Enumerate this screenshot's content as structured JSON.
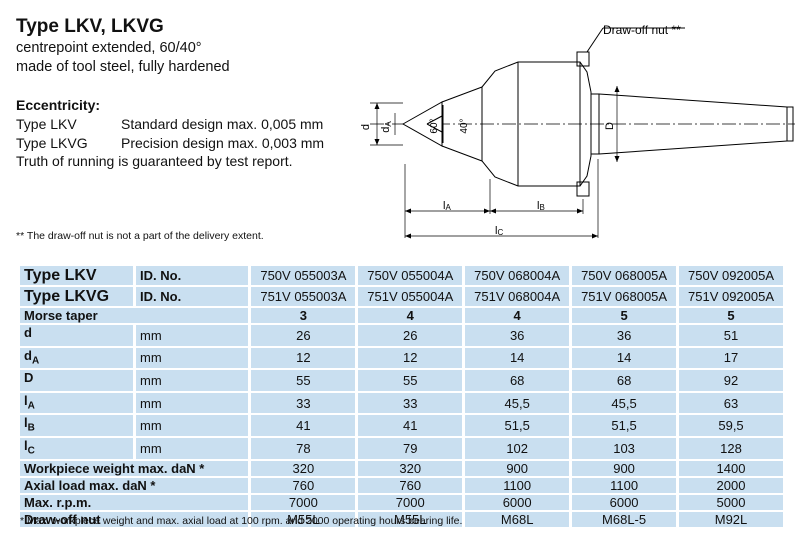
{
  "header": {
    "title": "Type LKV, LKVG",
    "line1": "centrepoint extended, 60/40°",
    "line2": "made of tool steel, fully hardened"
  },
  "eccentricity": {
    "heading": "Eccentricity:",
    "rows": [
      {
        "type": "Type LKV",
        "value": "Standard  design max. 0,005 mm"
      },
      {
        "type": "Type LKVG",
        "value": "Precision design max. 0,003 mm"
      }
    ],
    "truth": "Truth of running is guaranteed by test report."
  },
  "drawing": {
    "callout": "Draw-off nut **",
    "label_d": "d",
    "label_dA": "d",
    "label_dA_sub": "A",
    "label_60": "60°",
    "label_40": "40°",
    "label_D": "D",
    "label_lA": "l",
    "label_lA_sub": "A",
    "label_lB": "l",
    "label_lB_sub": "B",
    "label_lC": "l",
    "label_lC_sub": "C"
  },
  "note": "** The draw-off nut is not a part of the delivery extent.",
  "table": {
    "type_rows": [
      {
        "label": "Type LKV",
        "unit": "ID. No.",
        "values": [
          "750V 055003A",
          "750V 055004A",
          "750V 068004A",
          "750V 068005A",
          "750V 092005A"
        ]
      },
      {
        "label": "Type LKVG",
        "unit": "ID. No.",
        "values": [
          "751V 055003A",
          "751V 055004A",
          "751V 068004A",
          "751V 068005A",
          "751V 092005A"
        ]
      }
    ],
    "morse": {
      "label": "Morse taper",
      "values": [
        "3",
        "4",
        "4",
        "5",
        "5"
      ]
    },
    "dims": [
      {
        "label": "d",
        "sub": "",
        "unit": "mm",
        "values": [
          "26",
          "26",
          "36",
          "36",
          "51"
        ]
      },
      {
        "label": "d",
        "sub": "A",
        "unit": "mm",
        "values": [
          "12",
          "12",
          "14",
          "14",
          "17"
        ]
      },
      {
        "label": "D",
        "sub": "",
        "unit": "mm",
        "values": [
          "55",
          "55",
          "68",
          "68",
          "92"
        ]
      },
      {
        "label": "l",
        "sub": "A",
        "unit": "mm",
        "values": [
          "33",
          "33",
          "45,5",
          "45,5",
          "63"
        ]
      },
      {
        "label": "l",
        "sub": "B",
        "unit": "mm",
        "values": [
          "41",
          "41",
          "51,5",
          "51,5",
          "59,5"
        ]
      },
      {
        "label": "l",
        "sub": "C",
        "unit": "mm",
        "values": [
          "78",
          "79",
          "102",
          "103",
          "128"
        ]
      }
    ],
    "loads": [
      {
        "label": "Workpiece weight max. daN *",
        "values": [
          "320",
          "320",
          "900",
          "900",
          "1400"
        ]
      },
      {
        "label": "Axial load max. daN *",
        "values": [
          "760",
          "760",
          "1100",
          "1100",
          "2000"
        ]
      },
      {
        "label": "Max. r.p.m.",
        "values": [
          "7000",
          "7000",
          "6000",
          "6000",
          "5000"
        ]
      },
      {
        "label": "Draw-off nut",
        "values": [
          "M55L",
          "M55L",
          "M68L",
          "M68L-5",
          "M92L"
        ]
      }
    ]
  },
  "footnote": "* Max. workpiece weight and max. axial load at 100 rpm. and 2000 operating hours bearing life."
}
